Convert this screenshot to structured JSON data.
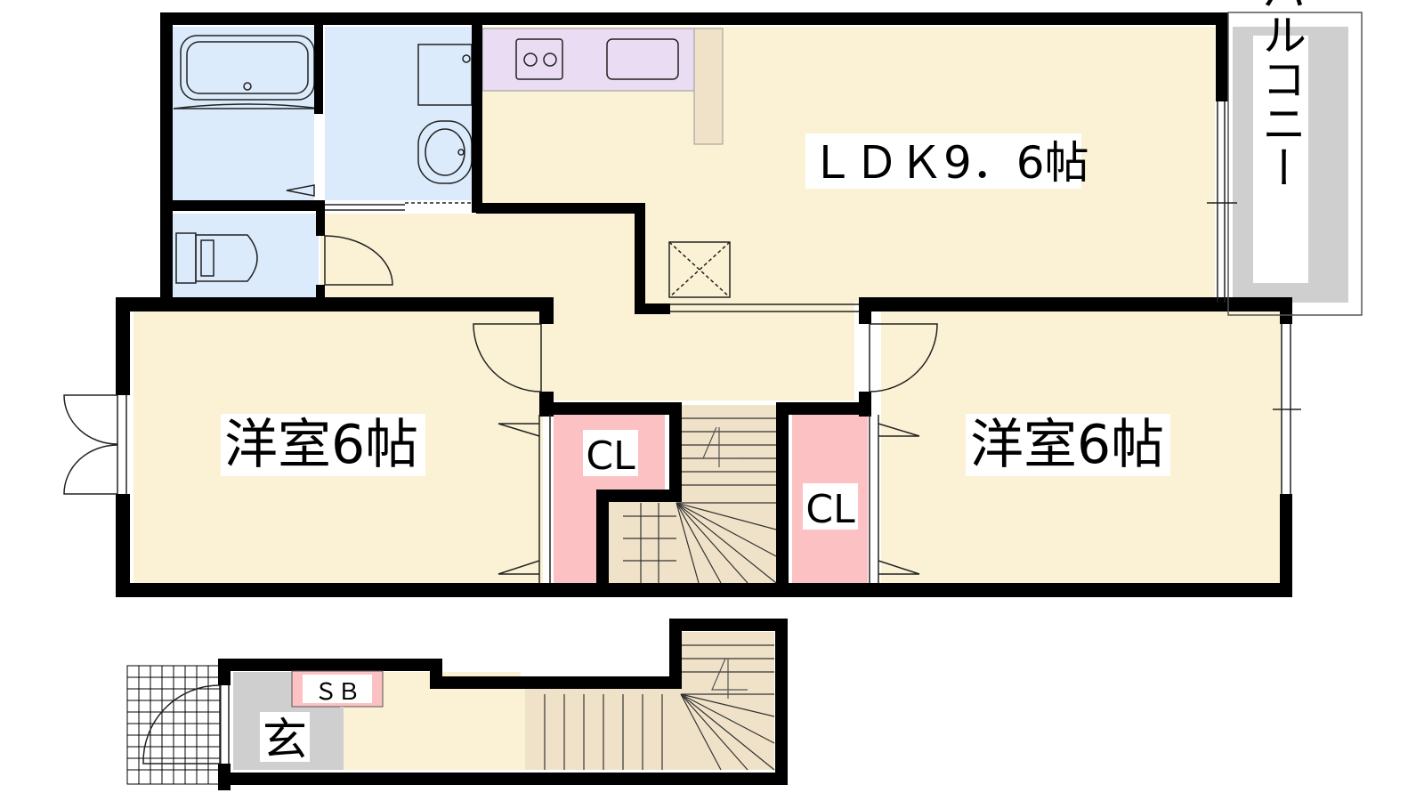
{
  "floor_plan": {
    "rooms": {
      "ldk": {
        "label": "ＬＤＫ9．6帖"
      },
      "balcony": {
        "label": "バルコニー"
      },
      "western_room_left": {
        "label": "洋室6帖"
      },
      "western_room_right": {
        "label": "洋室6帖"
      },
      "closet_left": {
        "label": "CL"
      },
      "closet_right": {
        "label": "CL"
      },
      "shoe_box": {
        "label": "ＳＢ"
      },
      "entrance": {
        "label": "玄"
      }
    },
    "colors": {
      "living_floor": "#fbf2d5",
      "wet_area": "#dcebfb",
      "kitchen_counter": "#e9dcf3",
      "closet": "#fcc1c3",
      "stairs": "#f0e2c8",
      "balcony": "#cfcfcf",
      "entrance_floor": "#cfcfcf",
      "wall": "#000000"
    }
  }
}
